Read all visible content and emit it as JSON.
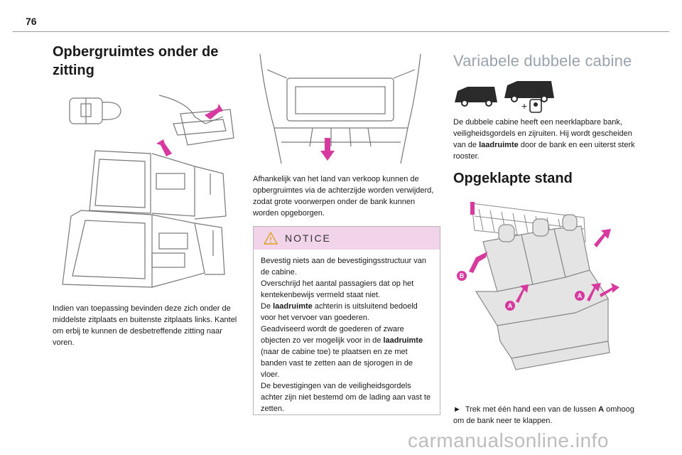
{
  "page": {
    "number": "76",
    "watermark": "carmanualsonline.info"
  },
  "col1": {
    "title_line1": "Opbergruimtes onder de",
    "title_line2": "zitting",
    "body": "Indien van toepassing bevinden deze zich onder de middelste zitplaats en buitenste zitplaats links. Kantel om erbij te kunnen de desbetreffende zitting naar voren."
  },
  "col2": {
    "body": "Afhankelijk van het land van verkoop kunnen de opbergruimtes via de achterzijde worden verwijderd, zodat grote voorwerpen onder de bank kunnen worden opgeborgen.",
    "notice": {
      "title": "NOTICE",
      "p1": "Bevestig niets aan de bevestigingsstructuur van de cabine.",
      "p2": "Overschrijd het aantal passagiers dat op het kentekenbewijs vermeld staat niet.",
      "p3_a": "De ",
      "p3_b": "laadruimte",
      "p3_c": " achterin is uitsluitend bedoeld voor het vervoer van goederen.",
      "p4_a": "Geadviseerd wordt de goederen of zware objecten zo ver mogelijk voor in de ",
      "p4_b": "laadruimte",
      "p4_c": " (naar de cabine toe) te plaatsen en ze met banden vast te zetten aan de sjorogen in de vloer.",
      "p5": "De bevestigingen van de veiligheidsgordels achter zijn niet bestemd om de lading aan vast te zetten."
    }
  },
  "col3": {
    "title": "Variabele dubbele cabine",
    "body_a": "De dubbele cabine heeft een neerklapbare bank, veiligheidsgordels en zijruiten. Hij wordt gescheiden van de ",
    "body_b": "laadruimte",
    "body_c": " door de bank en een uiterst sterk rooster.",
    "subtitle": "Opgeklapte stand",
    "label_a": "A",
    "label_b": "B",
    "bullet": "►",
    "instr_a": "Trek met één hand een van de lussen ",
    "instr_b": "A",
    "instr_c": " omhoog om de bank neer te klappen."
  },
  "colors": {
    "accent": "#d7399f",
    "notice_bg": "#f2d4ea",
    "title_grey": "#9aa3ad"
  }
}
